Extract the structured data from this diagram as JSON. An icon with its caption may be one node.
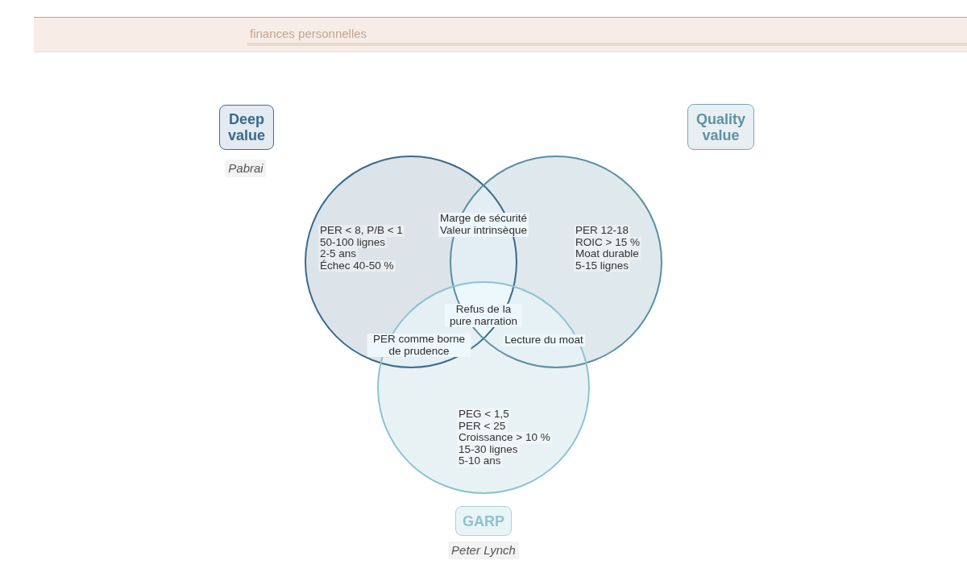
{
  "diagram": {
    "nodes": [
      {
        "text": [
          "Deep value"
        ],
        "beside": [
          "Pabrai"
        ]
      },
      {
        "text": [
          "Quality value"
        ]
      },
      {
        "text": [
          "PER < 8, P/B < 1",
          "50-100 lignes",
          "2-5 ans",
          "Échec 40-50 %"
        ]
      },
      {
        "text": [
          "PER 12-18",
          "ROIC > 15 %",
          "Moat durable",
          "5-15 lignes"
        ]
      },
      {
        "text": [
          "PEG < 1,5",
          "PER < 25",
          "Croissance > 10 %",
          "15-30 lignes",
          "5-10 ans"
        ]
      },
      {
        "text": [
          "GARP"
        ],
        "beside": [
          "Peter Lynch"
        ]
      }
    ],
    "labels": [
      "finances personnelles",
      "Marge de sécurité",
      "Valeur intrinsèque",
      "Refus de la pure narration",
      "PER comme borne de prudence",
      "Lecture du moat"
    ]
  }
}
